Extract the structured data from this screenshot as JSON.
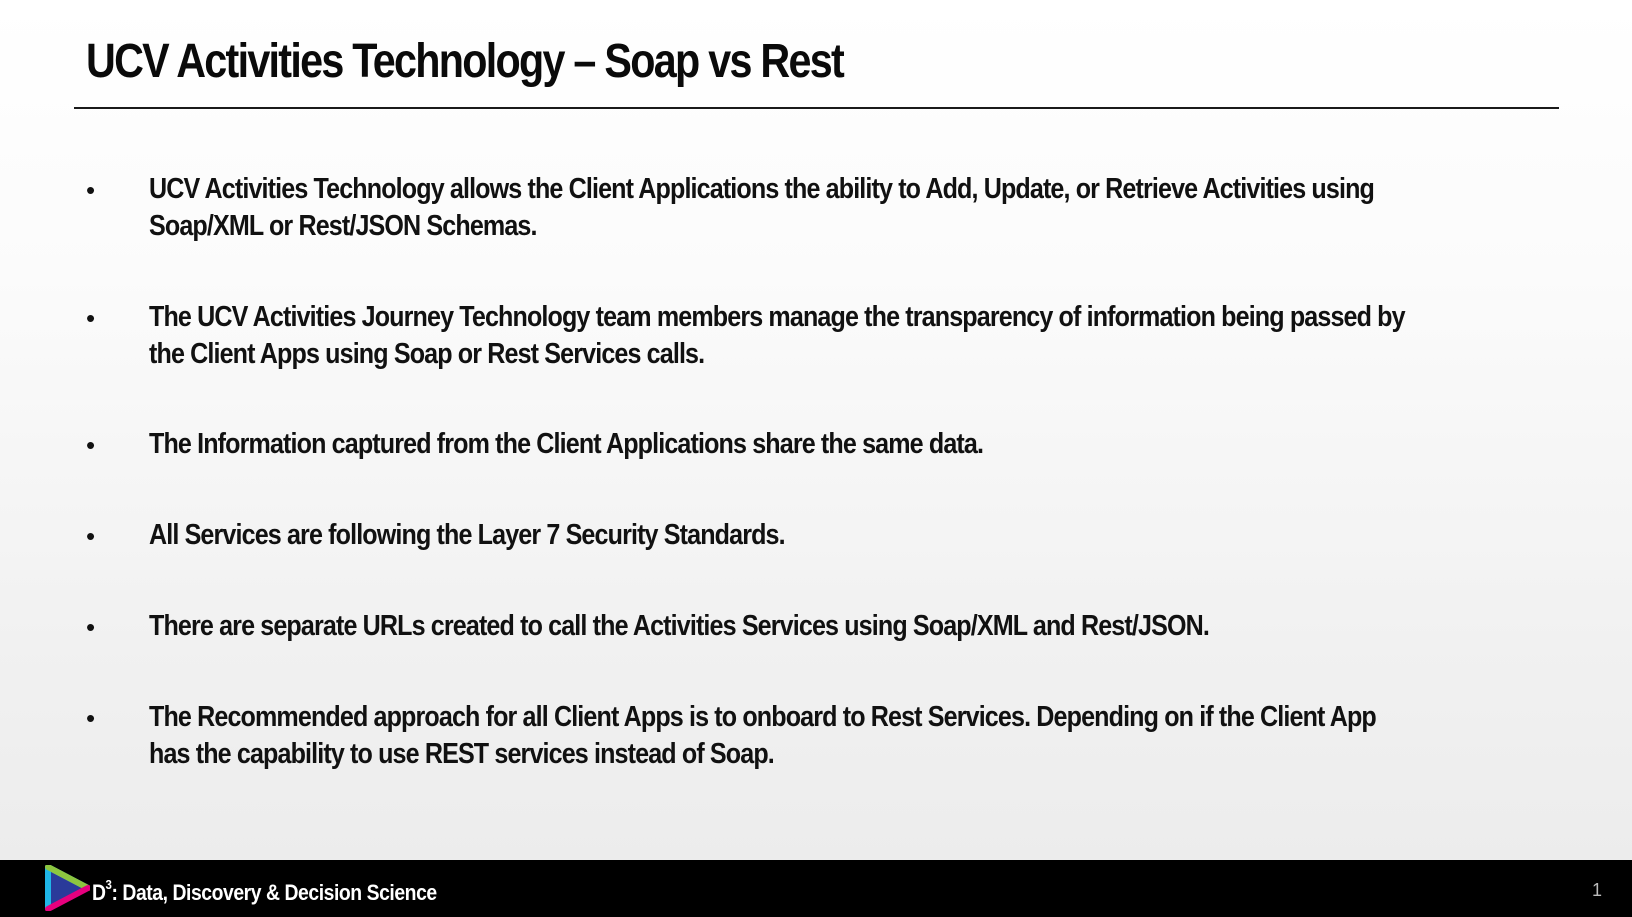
{
  "slide": {
    "title": "UCV Activities Technology – Soap vs Rest",
    "bullet_glyph": "•",
    "bullets": [
      {
        "lines": [
          "UCV Activities Technology allows the Client Applications the ability to Add, Update, or Retrieve Activities using",
          "Soap/XML or Rest/JSON Schemas."
        ]
      },
      {
        "lines": [
          "The UCV Activities Journey Technology team members manage the transparency of information being passed by",
          "the Client Apps using Soap or Rest Services calls."
        ]
      },
      {
        "lines": [
          "The Information captured from the Client Applications share the same data."
        ]
      },
      {
        "lines": [
          "All Services are following the Layer 7 Security Standards."
        ]
      },
      {
        "lines": [
          "There are separate URLs created to call the Activities Services using Soap/XML and Rest/JSON."
        ]
      },
      {
        "lines": [
          "The Recommended approach for all Client Apps is to onboard to Rest Services.  Depending on if the Client App",
          "has the capability to use REST services instead of Soap."
        ]
      }
    ]
  },
  "footer": {
    "brand_prefix": "D",
    "brand_sup": "3",
    "brand_rest": ": Data, Discovery & Decision Science",
    "page_number": "1",
    "logo_icon": "play-triangle-logo-icon",
    "colors": {
      "background": "#000000",
      "logo_cyan": "#1fb6e8",
      "logo_green": "#8dc63f",
      "logo_magenta": "#e6007e",
      "logo_blue": "#2a3a9a"
    }
  }
}
